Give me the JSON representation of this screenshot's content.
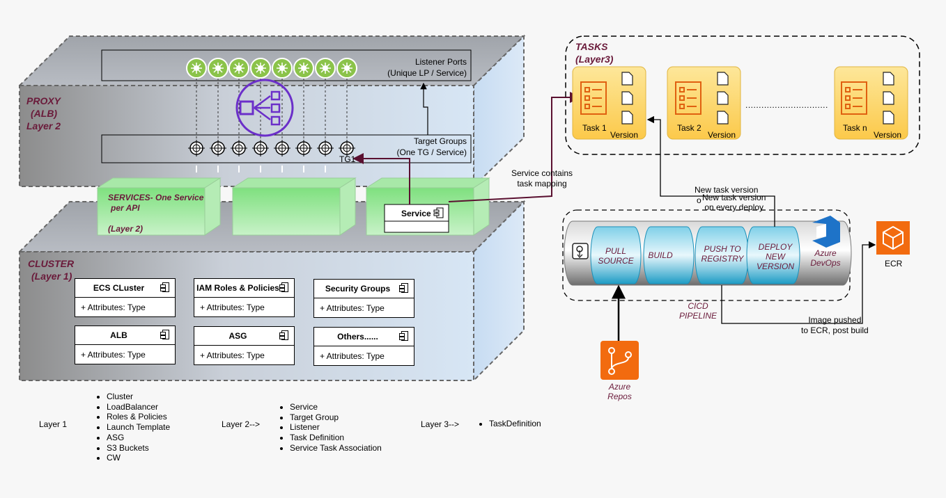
{
  "proxy": {
    "label_lines": [
      "PROXY",
      "(ALB)",
      "Layer 2"
    ],
    "listener_ports": [
      "Listener Ports",
      "(Unique LP / Service)"
    ],
    "target_groups": [
      "Target Groups",
      "(One TG / Service)"
    ],
    "tg_label": "TG1"
  },
  "services": {
    "label_lines": [
      "SERVICES- One Service",
      "per API"
    ],
    "layer": "(Layer 2)",
    "service_box": "Service",
    "mapping_note": [
      "Service contains",
      "task mapping"
    ]
  },
  "cluster": {
    "label_lines": [
      "CLUSTER",
      "(Layer 1)"
    ],
    "attr_text": "+ Attributes: Type",
    "components": [
      "ECS CLuster",
      "IAM Roles & Policies",
      "Security Groups",
      "ALB",
      "ASG",
      "Others......"
    ]
  },
  "tasks": {
    "label_lines": [
      "TASKS",
      "(Layer3)"
    ],
    "items": [
      {
        "name": "Task 1",
        "version": "Version"
      },
      {
        "name": "Task 2",
        "version": "Version"
      },
      {
        "name": "Task n",
        "version": "Version"
      }
    ],
    "dots": "..............................."
  },
  "pipeline": {
    "stages": [
      [
        "PULL",
        "SOURCE"
      ],
      [
        "BUILD"
      ],
      [
        "PUSH TO",
        "REGISTRY"
      ],
      [
        "DEPLOY",
        "NEW",
        "VERSION"
      ]
    ],
    "label_lines": [
      "CICD",
      "PIPELINE"
    ],
    "devops": [
      "Azure",
      "DevOps"
    ],
    "repos": [
      "Azure",
      "Repos"
    ],
    "ecr": "ECR",
    "image_note": [
      "Image pushed",
      "to ECR, post build"
    ],
    "new_version_note": [
      "New task version",
      "New task version",
      "on every deploy"
    ],
    "overlap_char": "o"
  },
  "legend": {
    "layer1": {
      "label": "Layer 1",
      "items": [
        "Cluster",
        "LoadBalancer",
        "Roles & Policies",
        "Launch Template",
        "ASG",
        "S3 Buckets",
        "CW"
      ]
    },
    "layer2": {
      "label": "Layer 2-->",
      "items": [
        "Service",
        "Target Group",
        "Listener",
        "Task Definition",
        "Service Task Association"
      ]
    },
    "layer3": {
      "label": "Layer 3-->",
      "items": [
        "TaskDefinition"
      ]
    }
  },
  "colors": {
    "accent_label": "#6a1a3a",
    "listener_green": "#8bc34a",
    "alb_purple": "#6b2fc9",
    "task_yellow": "#fdd86b",
    "aws_orange": "#f26b0f",
    "azure_blue": "#1e73c8"
  }
}
